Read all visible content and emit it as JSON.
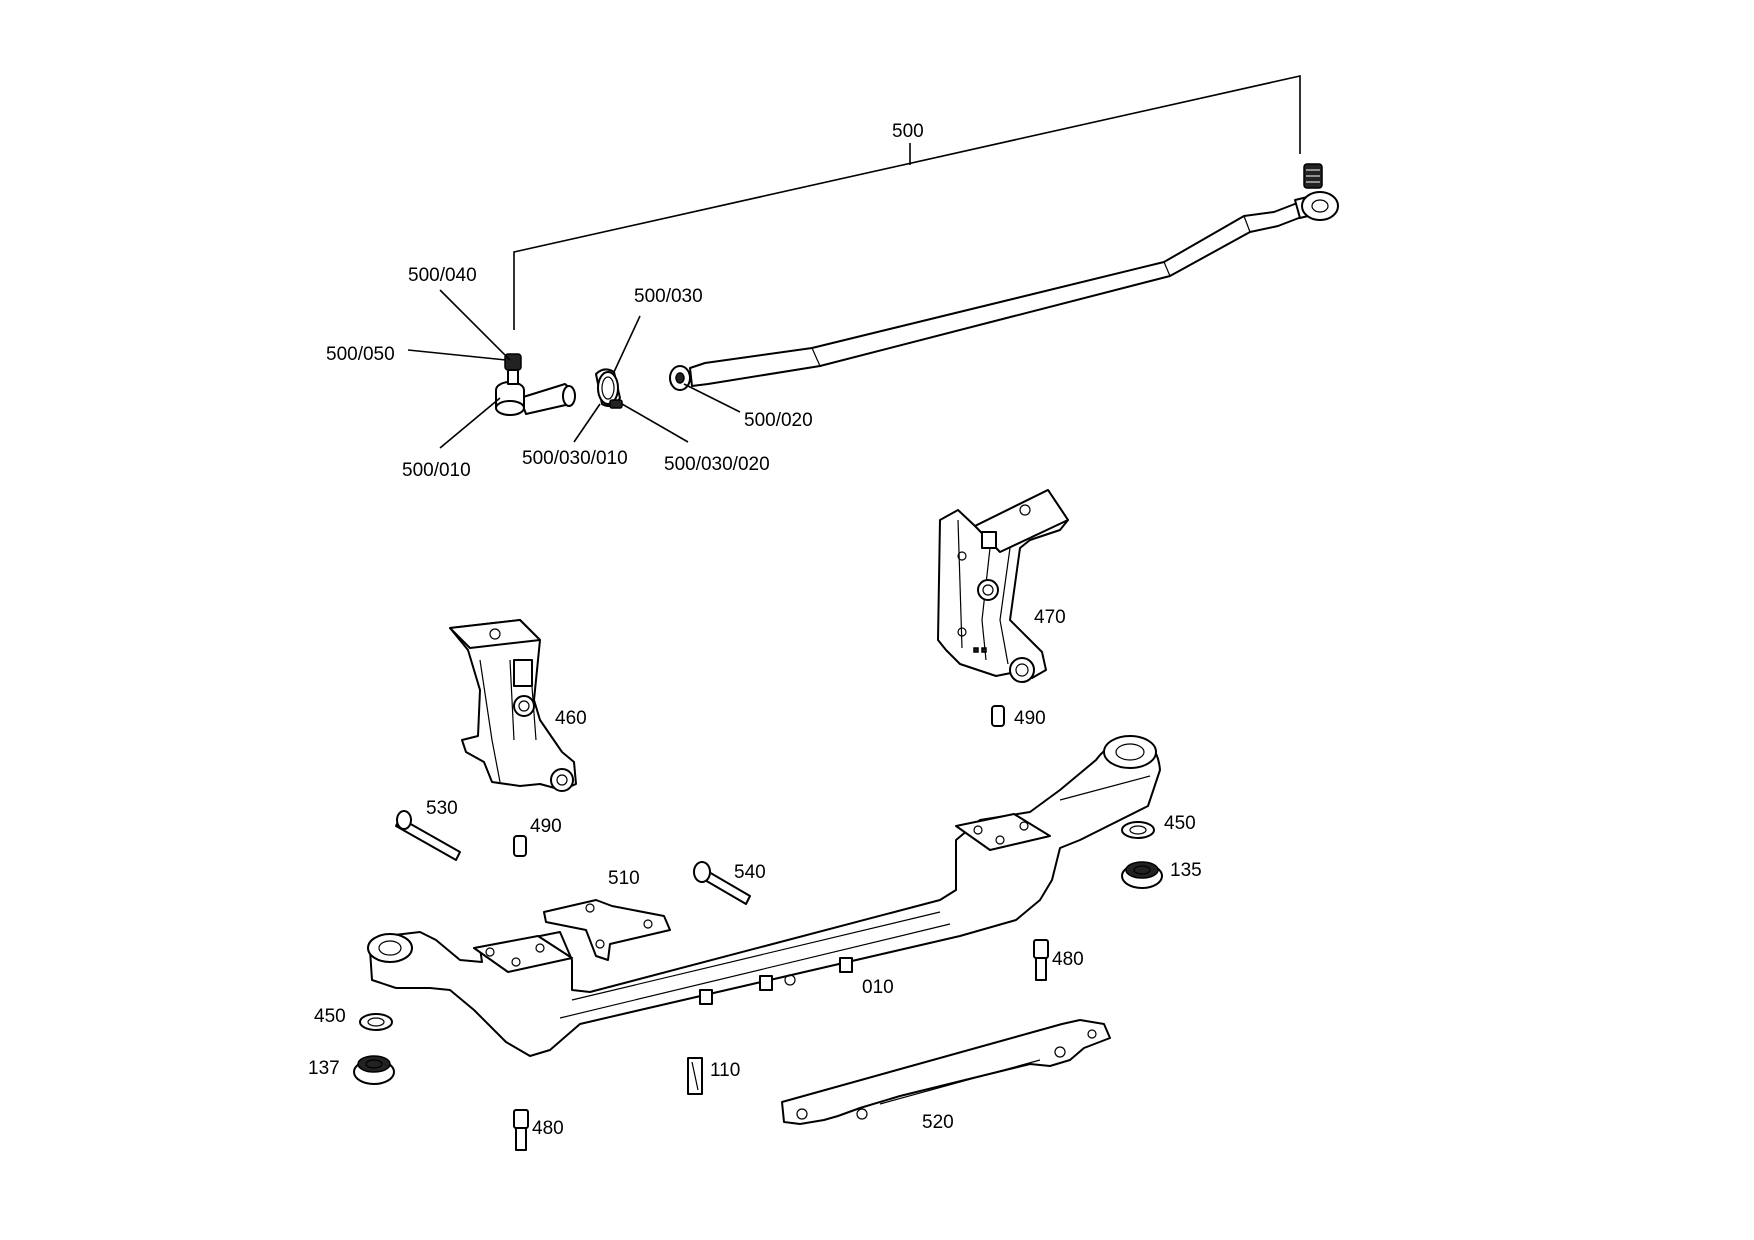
{
  "labels": {
    "l500": "500",
    "l500_040": "500/040",
    "l500_050": "500/050",
    "l500_010": "500/010",
    "l500_030": "500/030",
    "l500_030_010": "500/030/010",
    "l500_030_020": "500/030/020",
    "l500_020": "500/020",
    "l470": "470",
    "l490a": "490",
    "l460": "460",
    "l530": "530",
    "l490b": "490",
    "l510": "510",
    "l540": "540",
    "l450a": "450",
    "l135": "135",
    "l480a": "480",
    "l010": "010",
    "l450b": "450",
    "l137": "137",
    "l110": "110",
    "l520": "520",
    "l480b": "480"
  }
}
